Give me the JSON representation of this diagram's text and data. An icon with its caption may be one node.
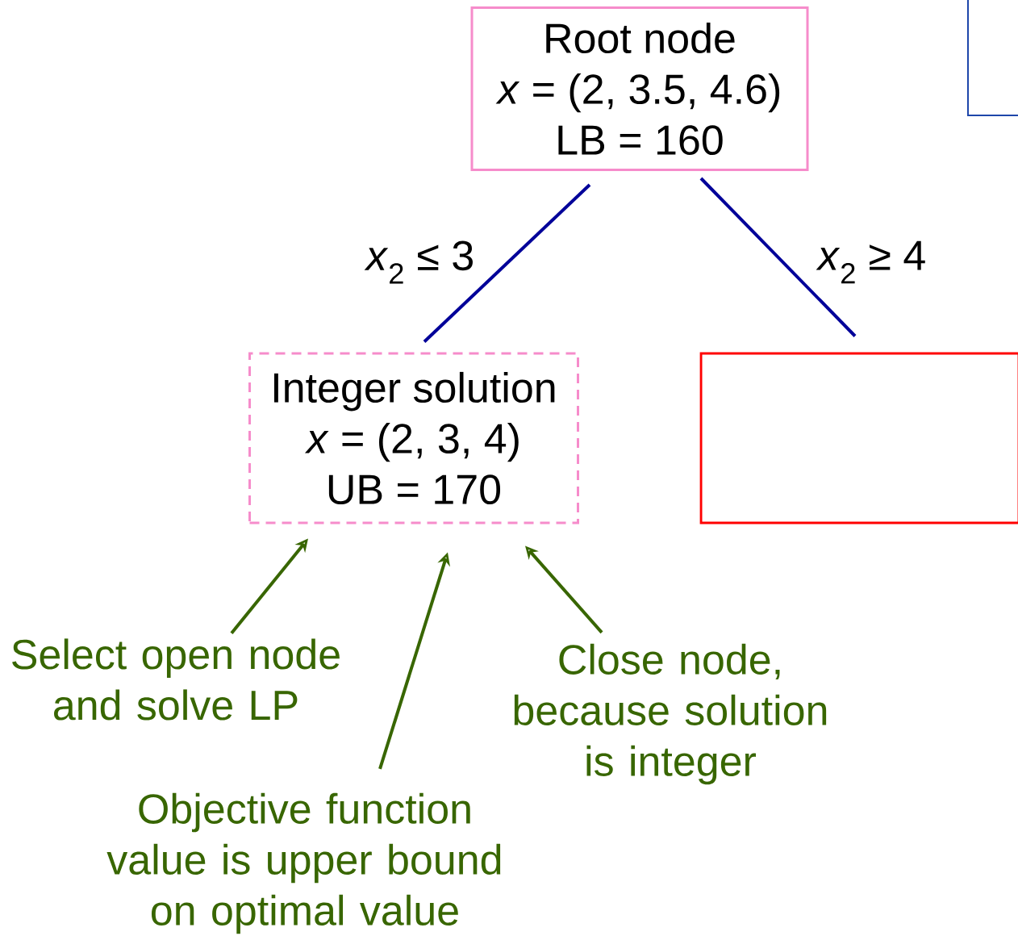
{
  "diagram": {
    "nodes": [
      {
        "text": [
          "Root node",
          "*x* = (2, 3.5, 4.6)",
          "LB = 160"
        ]
      },
      {
        "text": [
          "Integer solution",
          "*x* = (2, 3, 4)",
          "UB = 170"
        ]
      },
      {
        "text": [],
        "shape": "box"
      },
      {
        "text": [],
        "shape": "box"
      },
      {
        "text": [
          "Select open node and solve LP"
        ]
      },
      {
        "text": [
          "Objective function value is upper bound on optimal value"
        ]
      },
      {
        "text": [
          "Close node, because solution is integer"
        ]
      }
    ],
    "edges": [
      {
        "from": 0,
        "to": 1,
        "arrow": "none",
        "label": "*x*$_{2}$ ≤ 3",
        "color": "#000099"
      },
      {
        "from": 0,
        "to": 2,
        "arrow": "none",
        "label": "*x*$_{2}$ ≥ 4",
        "color": "#000099"
      },
      {
        "from": 4,
        "to": 1,
        "arrow": "to"
      },
      {
        "from": 5,
        "to": 1,
        "arrow": "to"
      },
      {
        "from": 6,
        "to": 1,
        "arrow": "to"
      }
    ]
  }
}
